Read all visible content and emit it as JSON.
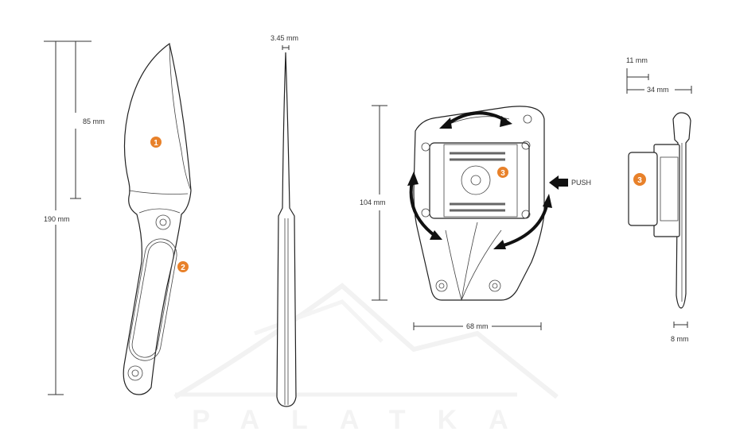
{
  "dimensions": {
    "overall_length": "190 mm",
    "blade_length": "85 mm",
    "blade_thickness": "3.45 mm",
    "sheath_height": "104 mm",
    "sheath_width": "68 mm",
    "clip_offset": "11 mm",
    "sheath_depth": "34 mm",
    "sheath_thickness": "8 mm"
  },
  "callouts": [
    "1",
    "2",
    "3",
    "3"
  ],
  "push_label": "PUSH",
  "watermark": "PALATKA",
  "colors": {
    "accent": "#e8812a",
    "line": "#222222"
  }
}
